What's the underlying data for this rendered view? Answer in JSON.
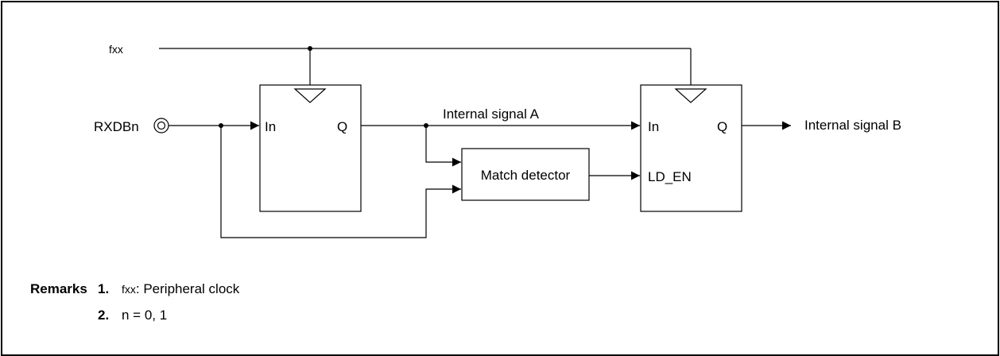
{
  "diagram": {
    "clock_label": "fxx",
    "input_pin": "RXDBn",
    "flipflop1": {
      "in": "In",
      "q": "Q"
    },
    "flipflop2": {
      "in": "In",
      "q": "Q",
      "ld_en": "LD_EN"
    },
    "match_detector": "Match detector",
    "internal_signal_a": "Internal signal A",
    "internal_signal_b": "Internal signal B"
  },
  "remarks": {
    "heading": "Remarks",
    "items": [
      {
        "number": "1.",
        "term": "fxx",
        "text": ": Peripheral clock"
      },
      {
        "number": "2.",
        "text": "n = 0, 1"
      }
    ]
  }
}
